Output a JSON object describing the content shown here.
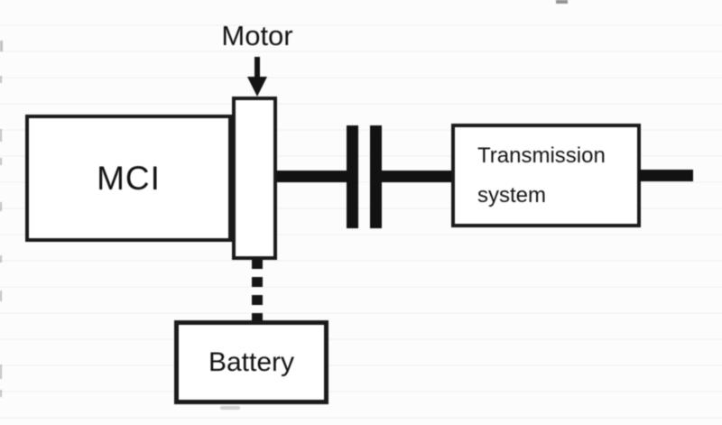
{
  "diagram": {
    "type": "block-diagram",
    "nodes": [
      {
        "id": "mci",
        "label": "MCI",
        "shape": "rect"
      },
      {
        "id": "motor",
        "label": "Motor",
        "shape": "tall-rect",
        "annotation": "arrow-down-from-label"
      },
      {
        "id": "clutch",
        "label": "",
        "shape": "double-plate-coupling"
      },
      {
        "id": "transmission",
        "label_line1": "Transmission",
        "label_line2": "system",
        "shape": "rect"
      },
      {
        "id": "battery",
        "label": "Battery",
        "shape": "rect"
      }
    ],
    "edges": [
      {
        "from": "mci",
        "to": "motor",
        "type": "abutting-blocks"
      },
      {
        "from": "motor",
        "to": "clutch",
        "type": "solid-shaft"
      },
      {
        "from": "clutch",
        "to": "transmission",
        "type": "solid-shaft"
      },
      {
        "from": "transmission",
        "to": "output",
        "type": "solid-shaft"
      },
      {
        "from": "motor",
        "to": "battery",
        "type": "dashed-link"
      }
    ],
    "colors": {
      "line": "#1a1a1a",
      "box_fill": "#ffffff",
      "background": "#fcfcfc",
      "text": "#121212"
    }
  }
}
